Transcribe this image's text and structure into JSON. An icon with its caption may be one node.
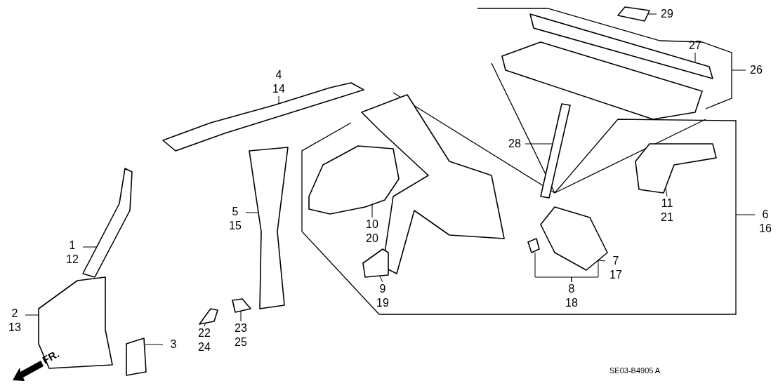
{
  "diagram": {
    "nodes": [
      {
        "text": [
          "4",
          "14"
        ]
      },
      {
        "text": [],
        "shape": "picture"
      },
      {
        "text": [
          "1",
          "12"
        ]
      },
      {
        "text": [],
        "shape": "picture"
      },
      {
        "text": [
          "2",
          "13"
        ]
      },
      {
        "text": [],
        "shape": "picture"
      },
      {
        "text": [
          "3"
        ]
      },
      {
        "text": [],
        "shape": "picture"
      },
      {
        "text": [
          "5",
          "15"
        ]
      },
      {
        "text": [],
        "shape": "picture"
      },
      {
        "text": [
          "22",
          "24"
        ]
      },
      {
        "text": [],
        "shape": "picture"
      },
      {
        "text": [
          "23",
          "25"
        ]
      },
      {
        "text": [],
        "shape": "picture"
      },
      {
        "text": [
          "10",
          "20"
        ]
      },
      {
        "text": [],
        "shape": "picture"
      },
      {
        "text": [
          "9",
          "19"
        ]
      },
      {
        "text": [],
        "shape": "picture"
      },
      {
        "text": [
          "7",
          "17"
        ]
      },
      {
        "text": [],
        "shape": "picture"
      },
      {
        "text": [
          "8",
          "18"
        ]
      },
      {
        "text": [],
        "shape": "picture"
      },
      {
        "text": [
          "11",
          "21"
        ]
      },
      {
        "text": [],
        "shape": "picture"
      },
      {
        "text": [
          "6",
          "16"
        ]
      },
      {
        "text": [
          "26"
        ]
      },
      {
        "text": [
          "27"
        ]
      },
      {
        "text": [],
        "shape": "picture"
      },
      {
        "text": [
          "28"
        ]
      },
      {
        "text": [],
        "shape": "picture"
      },
      {
        "text": [
          "29"
        ]
      },
      {
        "text": [],
        "shape": "picture"
      }
    ],
    "edges": [
      {
        "from": 0,
        "to": 1,
        "arrow": "none"
      },
      {
        "from": 2,
        "to": 3,
        "arrow": "none"
      },
      {
        "from": 4,
        "to": 5,
        "arrow": "none"
      },
      {
        "from": 6,
        "to": 7,
        "arrow": "none"
      },
      {
        "from": 8,
        "to": 9,
        "arrow": "none"
      },
      {
        "from": 10,
        "to": 11,
        "arrow": "none"
      },
      {
        "from": 12,
        "to": 13,
        "arrow": "none"
      },
      {
        "from": 14,
        "to": 15,
        "arrow": "none"
      },
      {
        "from": 16,
        "to": 17,
        "arrow": "none"
      },
      {
        "from": 18,
        "to": 19,
        "arrow": "none"
      },
      {
        "from": 20,
        "to": 21,
        "arrow": "none"
      },
      {
        "from": 20,
        "to": 19,
        "arrow": "none"
      },
      {
        "from": 22,
        "to": 23,
        "arrow": "none"
      },
      {
        "from": 24,
        "to": null,
        "arrow": "none"
      },
      {
        "from": 25,
        "to": null,
        "arrow": "none"
      },
      {
        "from": 26,
        "to": 27,
        "arrow": "none"
      },
      {
        "from": 28,
        "to": 29,
        "arrow": "none"
      },
      {
        "from": 30,
        "to": 31,
        "arrow": "none"
      }
    ],
    "labels": [
      "FR.",
      "SE03-B4905 A"
    ]
  }
}
